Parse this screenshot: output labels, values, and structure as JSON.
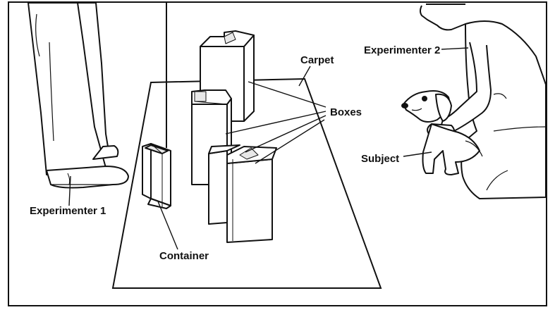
{
  "labels": {
    "experimenter_1": "Experimenter 1",
    "experimenter_2": "Experimenter 2",
    "carpet": "Carpet",
    "boxes": "Boxes",
    "subject": "Subject",
    "container": "Container"
  },
  "colors": {
    "ink": "#111111",
    "paper": "#ffffff",
    "hatch": "#555555"
  }
}
